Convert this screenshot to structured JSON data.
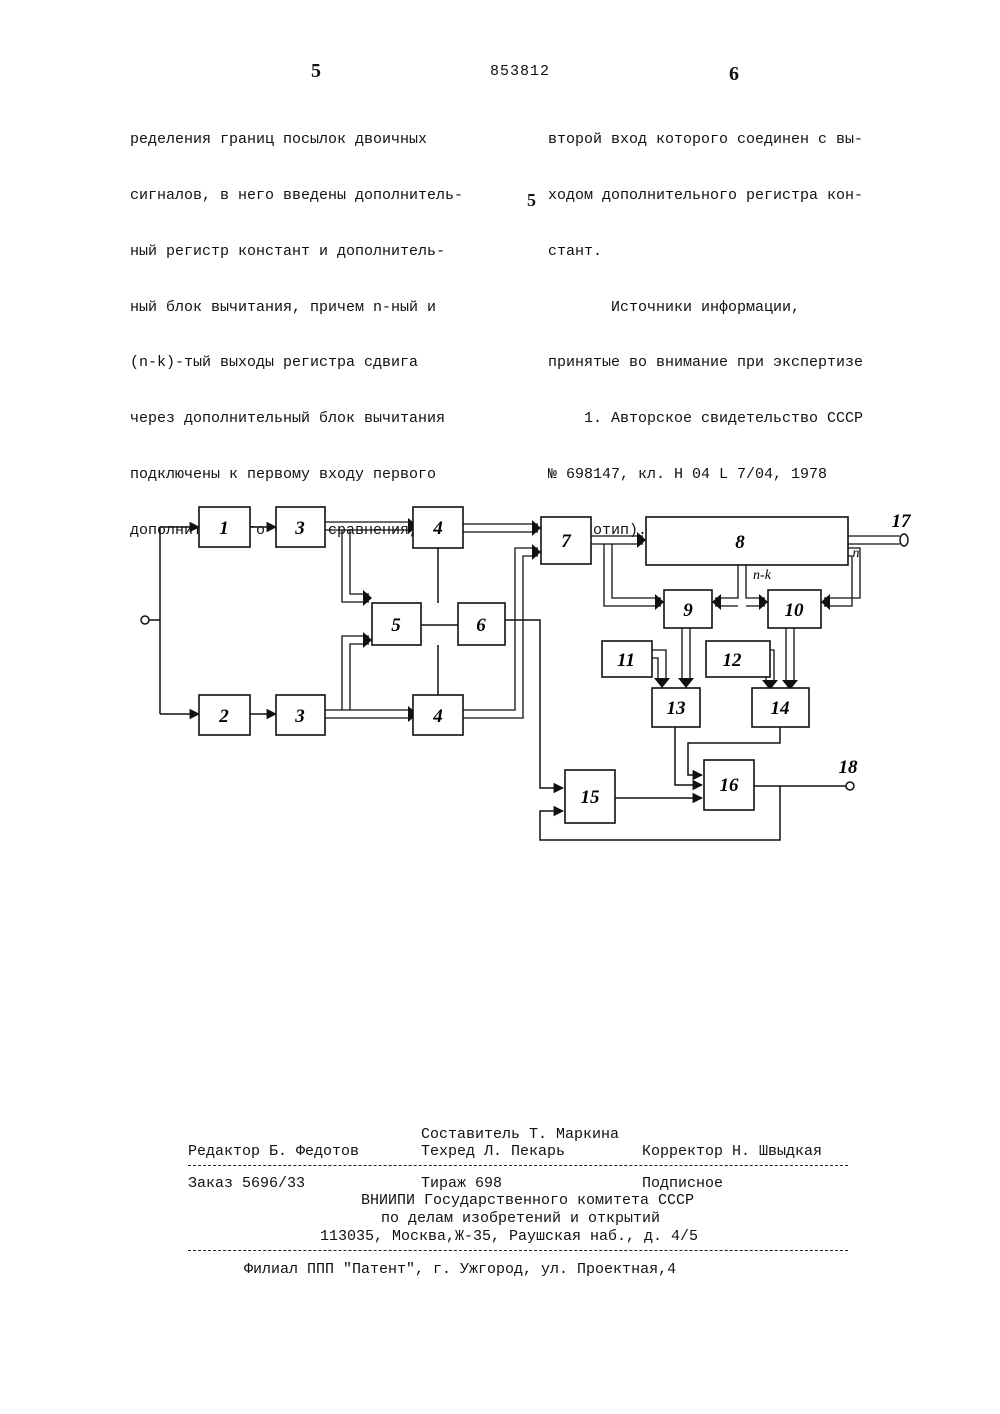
{
  "header": {
    "page_left": "5",
    "patent_number": "853812",
    "page_right": "6"
  },
  "left_column": [
    "ределения границ посылок двоичных",
    "сигналов, в него введены дополнитель-",
    "ный регистр констант и дополнитель-",
    "ный блок вычитания, причем n-ный и",
    "(n-k)-тый выходы регистра сдвига",
    "через дополнительный блок вычитания",
    "подключены к первому входу первого",
    "дополнительного блока сравнения,"
  ],
  "right_column": [
    "второй вход которого соединен с вы-",
    "ходом дополнительного регистра кон-",
    "стант.",
    "       Источники информации,",
    "принятые во внимание при экспертизе",
    "    1. Авторское свидетельство СССР",
    "№ 698147, кл. Н 04 L 7/04, 1978",
    "(прототип)."
  ],
  "line_marker": "5",
  "diagram": {
    "blocks": {
      "b1": "1",
      "b2": "2",
      "b3a": "3",
      "b3b": "3",
      "b4a": "4",
      "b4b": "4",
      "b5": "5",
      "b6": "6",
      "b7": "7",
      "b8": "8",
      "b9": "9",
      "b10": "10",
      "b11": "11",
      "b12": "12",
      "b13": "13",
      "b14": "14",
      "b15": "15",
      "b16": "16"
    },
    "terminal_17": "17",
    "terminal_18": "18",
    "label_n": "n",
    "label_nk": "n-k"
  },
  "imprint": {
    "compiler": "Составитель Т. Маркина",
    "editor": "Редактор Б. Федотов",
    "techred": "Техред Л. Пекарь",
    "corrector": "Корректор Н. Швыдкая",
    "order": "Заказ 5696/33",
    "circulation": "Тираж 698",
    "subscription": "Подписное",
    "org1": "ВНИИПИ Государственного комитета СССР",
    "org2": "по делам изобретений и открытий",
    "address": "113035, Москва,Ж-35, Раушская наб., д. 4/5",
    "branch": "Филиал ППП \"Патент\", г. Ужгород, ул. Проектная,4"
  }
}
